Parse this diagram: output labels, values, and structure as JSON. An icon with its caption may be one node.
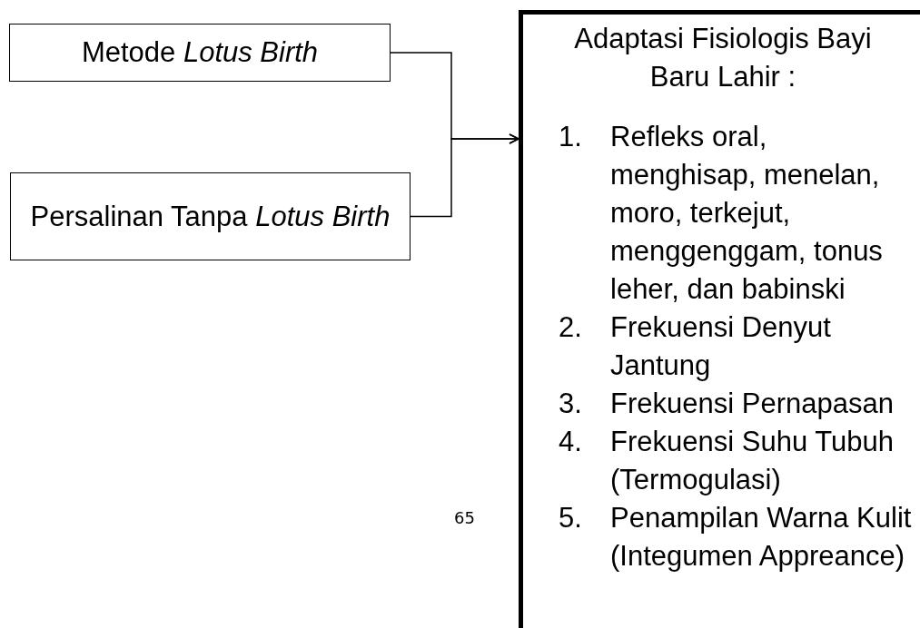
{
  "diagram": {
    "nodes": [
      {
        "text": [
          "Metode *Lotus Birth*"
        ]
      },
      {
        "text": [
          "Persalinan Tanpa *Lotus Birth*"
        ]
      },
      {
        "text": [
          "Adaptasi Fisiologis Bayi Baru Lahir :",
          "1.",
          "Refleks oral, menghisap, menelan, moro, terkejut, menggenggam, tonus leher, dan babinski",
          "2.",
          "Frekuensi Denyut Jantung",
          "3.",
          "Frekuensi Pernapasan",
          "4.",
          "Frekuensi Suhu Tubuh (Termogulasi)",
          "5.",
          "Penampilan Warna Kulit (Integumen Appreance)"
        ]
      }
    ],
    "edges": [
      {
        "from": 0,
        "to": 2,
        "arrow": "to"
      },
      {
        "from": 1,
        "to": 2,
        "arrow": "to"
      }
    ],
    "labels": [
      "65"
    ]
  }
}
